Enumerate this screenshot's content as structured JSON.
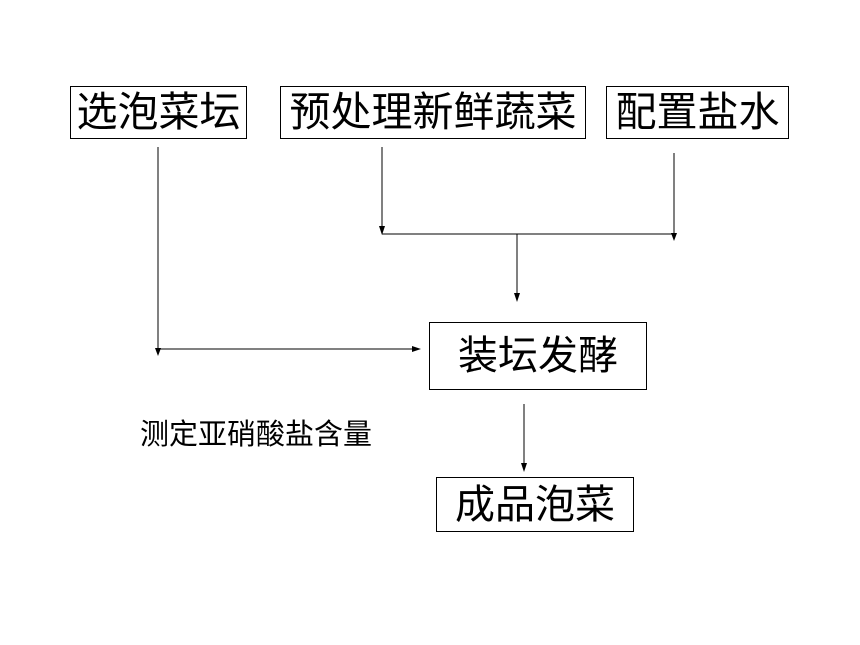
{
  "flowchart": {
    "nodes": {
      "select_jar": "选泡菜坛",
      "pretreat_vegetables": "预处理新鲜蔬菜",
      "prepare_brine": "配置盐水",
      "jar_fermentation": "装坛发酵",
      "finished_pickles": "成品泡菜"
    },
    "side_note": "测定亚硝酸盐含量"
  }
}
